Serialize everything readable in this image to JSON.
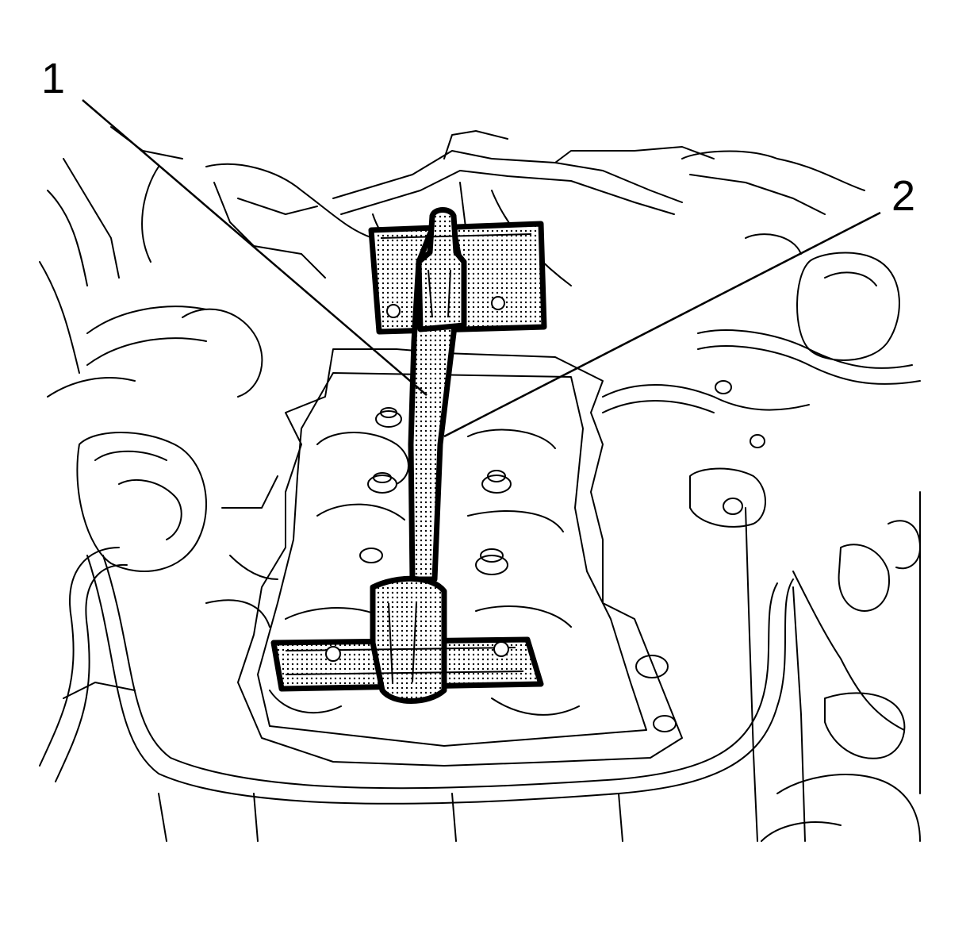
{
  "callouts": [
    {
      "id": "1",
      "label": "1"
    },
    {
      "id": "2",
      "label": "2"
    }
  ],
  "colors": {
    "line": "#000000",
    "background": "#ffffff",
    "tool_fill": "#d9d9d9"
  }
}
